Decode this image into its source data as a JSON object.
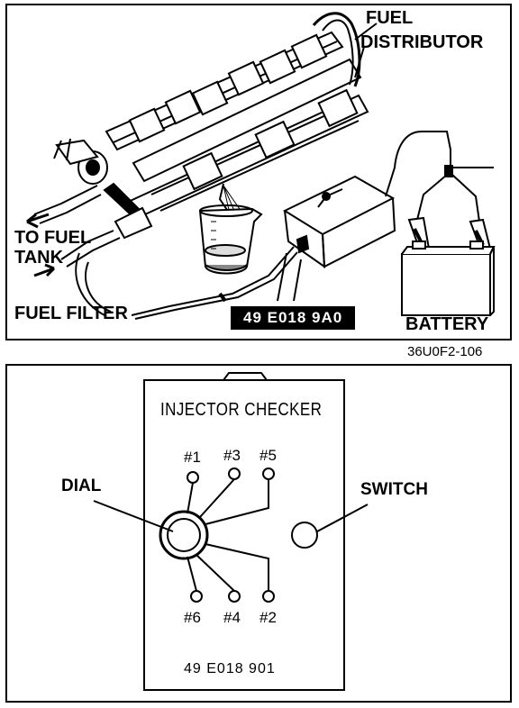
{
  "top": {
    "label_fuel": "FUEL",
    "label_distributor": "DISTRIBUTOR",
    "label_to_fuel": "TO FUEL",
    "label_tank": "TANK",
    "label_fuel_filter": "FUEL FILTER",
    "part_number": "49 E018 9A0",
    "label_battery": "BATTERY"
  },
  "figure_code": "36U0F2-106",
  "checker": {
    "title": "INJECTOR CHECKER",
    "label_dial": "DIAL",
    "label_switch": "SWITCH",
    "inj1": "#1",
    "inj3": "#3",
    "inj5": "#5",
    "inj6": "#6",
    "inj4": "#4",
    "inj2": "#2",
    "part_number": "49  E018 901"
  }
}
